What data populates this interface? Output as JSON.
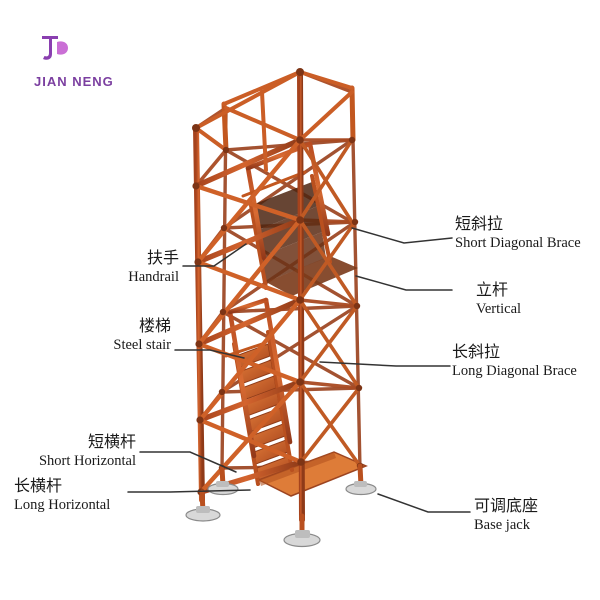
{
  "brand": {
    "name": "JIAN NENG",
    "logo_icon": "jn-monogram-icon",
    "logo_color": "#8a3fb0",
    "accent_color": "#c45fd0"
  },
  "diagram": {
    "title": "Scaffolding tower component callouts",
    "structure_color": "#c95b2b",
    "structure_dark_color": "#8e3b18",
    "leader_line_color": "#3a3a3a",
    "background_color": "#ffffff"
  },
  "labels": [
    {
      "id": "short-diagonal-brace",
      "cn": "短斜拉",
      "en": "Short  Diagonal  Brace",
      "side": "right"
    },
    {
      "id": "vertical",
      "cn": "立杆",
      "en": "Vertical",
      "side": "right"
    },
    {
      "id": "long-diagonal-brace",
      "cn": "长斜拉",
      "en": "Long  Diagonal  Brace",
      "side": "right"
    },
    {
      "id": "base-jack",
      "cn": "可调底座",
      "en": "Base jack",
      "side": "right"
    },
    {
      "id": "handrail",
      "cn": "扶手",
      "en": "Handrail",
      "side": "left"
    },
    {
      "id": "steel-stair",
      "cn": "楼梯",
      "en": "Steel stair",
      "side": "left"
    },
    {
      "id": "short-horizontal",
      "cn": "短横杆",
      "en": "Short  Horizontal",
      "side": "left"
    },
    {
      "id": "long-horizontal",
      "cn": "长横杆",
      "en": "Long  Horizontal",
      "side": "left"
    }
  ]
}
